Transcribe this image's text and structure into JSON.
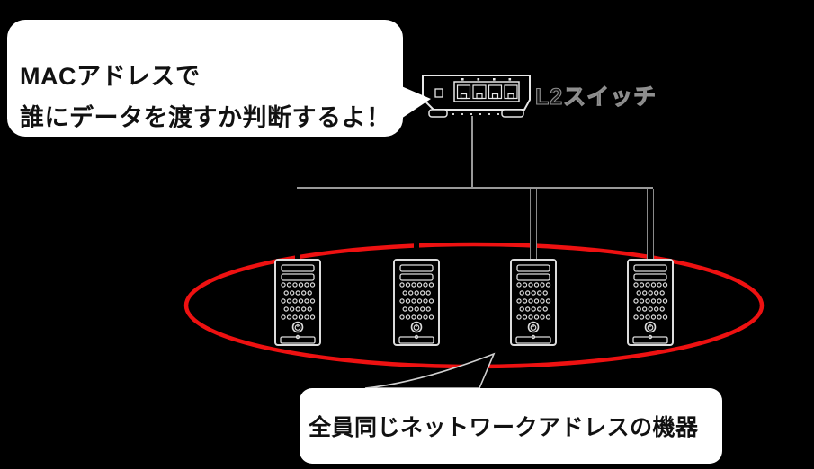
{
  "colors": {
    "background": "#000000",
    "highlight_red": "#ee1111",
    "icon_outline": "#e0e0e0",
    "cable_gray": "#999999",
    "bubble_background": "#ffffff",
    "bubble_text": "#111111",
    "ghost_label_outline": "#8f8f8f"
  },
  "speech_bubble_top": {
    "lines": [
      "MACアドレスで",
      "誰にデータを渡すか判断するよ！"
    ]
  },
  "switch": {
    "label": "L2スイッチ",
    "icon": "l2-switch-icon",
    "port_count": 4
  },
  "computers": {
    "icon": "computer-tower-icon",
    "count": 4
  },
  "speech_bubble_bottom": {
    "text": "全員同じネットワークアドレスの機器"
  }
}
